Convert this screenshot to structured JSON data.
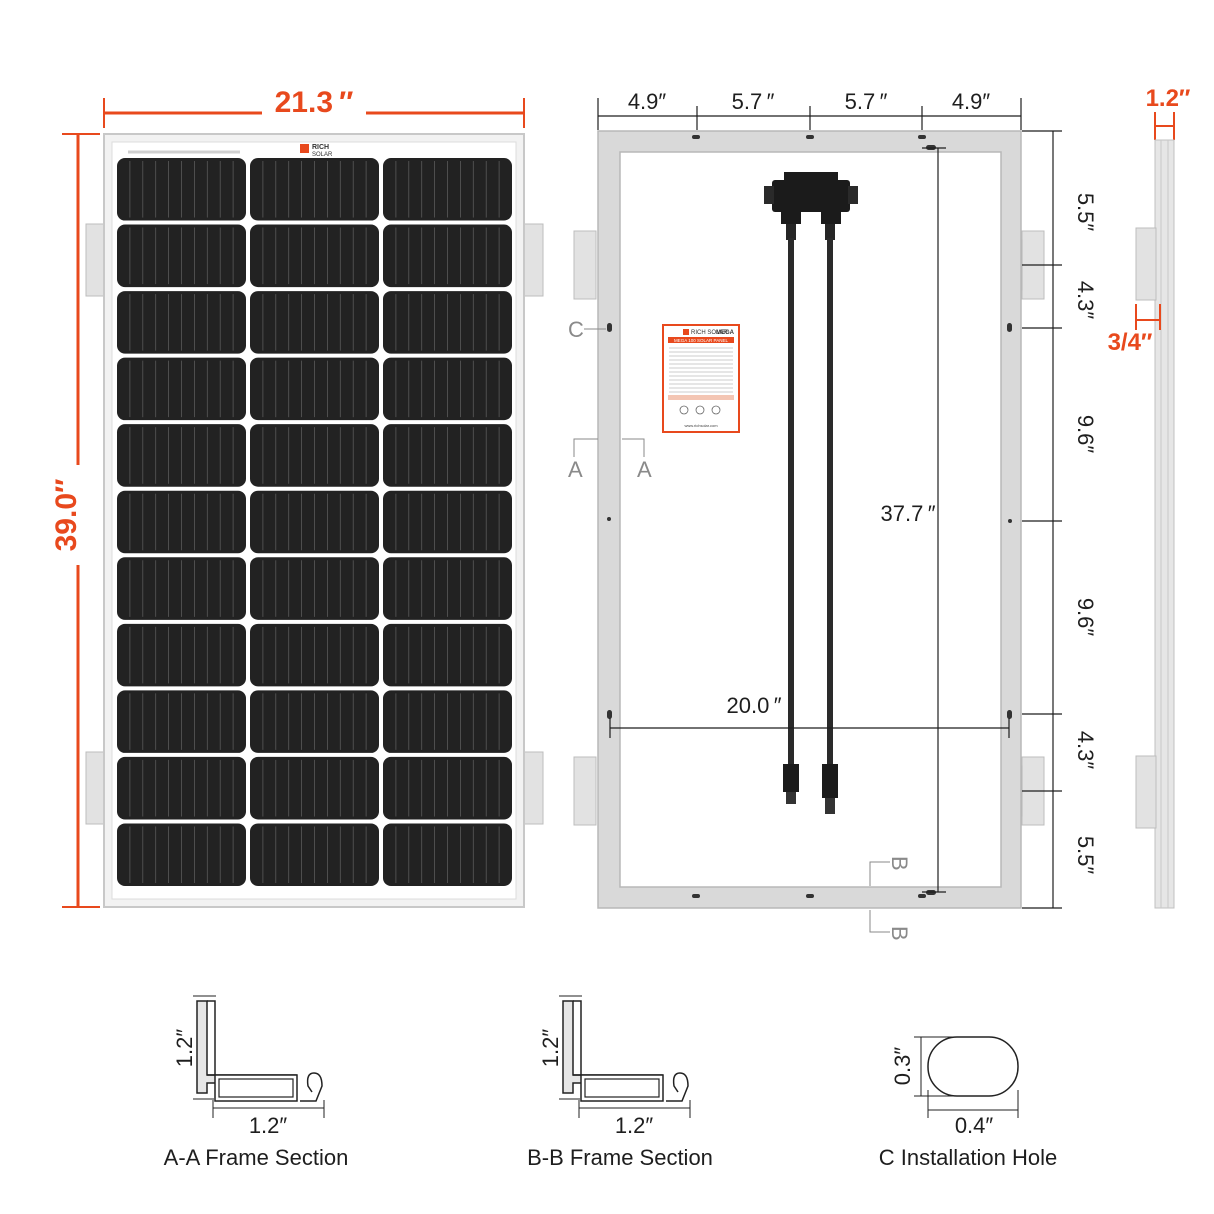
{
  "brand": {
    "logo_line1": "RICH",
    "logo_line2": "SOLAR"
  },
  "front_view": {
    "width_label": "21.3 ″",
    "height_label": "39.0″",
    "cell_rows": 11,
    "cell_columns": 3
  },
  "back_view": {
    "top_dims": [
      "4.9″",
      "5.7 ″",
      "5.7 ″",
      "4.9″"
    ],
    "right_dims": [
      "5.5″",
      "4.3″",
      "9.6″",
      "9.6″",
      "4.3″",
      "5.5″"
    ],
    "hole_span_vertical": "37.7 ″",
    "hole_span_horizontal": "20.0 ″",
    "marker_c": "C",
    "marker_a": "A",
    "marker_b": "B",
    "label": {
      "brand": "RICH SOLAR",
      "model": "MEGA",
      "title": "MEGA 100 SOLAR PANEL",
      "website": "www.richsolar.com"
    }
  },
  "side_view": {
    "thickness_label": "1.2″",
    "bracket_label": "3/4″"
  },
  "sections": [
    {
      "height_label": "1.2″",
      "width_label": "1.2″",
      "caption": "A-A Frame Section"
    },
    {
      "height_label": "1.2″",
      "width_label": "1.2″",
      "caption": "B-B Frame Section"
    },
    {
      "height_label": "0.3″",
      "width_label": "0.4″",
      "caption": "C Installation Hole"
    }
  ],
  "colors": {
    "accent": "#e8491d",
    "cell": "#222222",
    "frame": "#d9d9d9",
    "dim_line": "#1e1e1e"
  }
}
